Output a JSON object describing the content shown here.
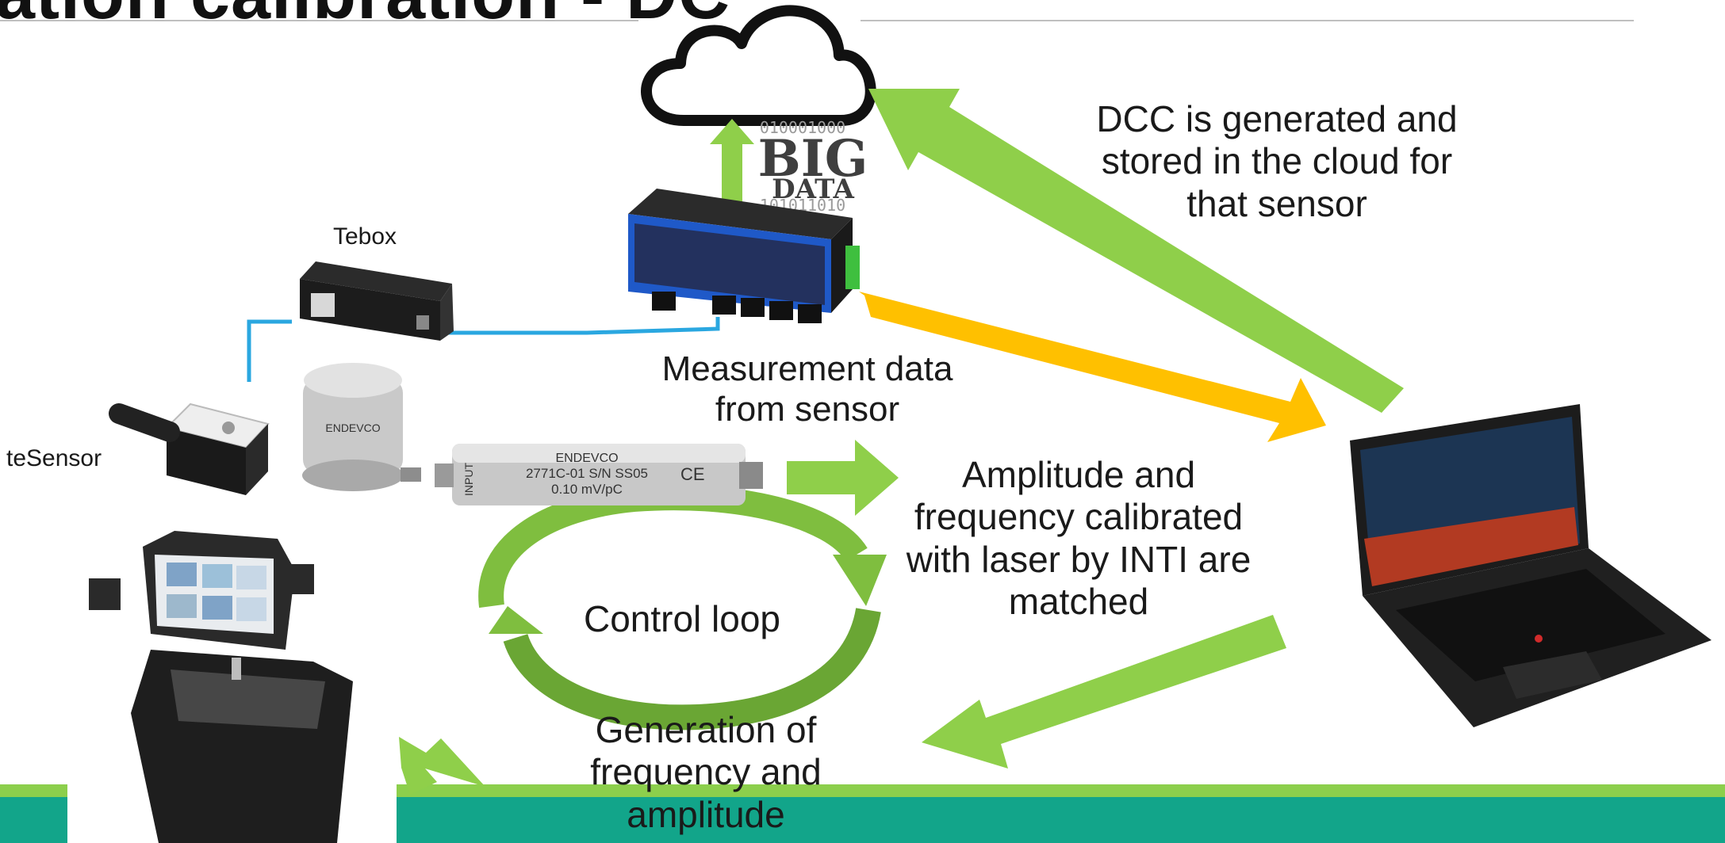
{
  "slide": {
    "title": "ation calibration - DC"
  },
  "labels": {
    "tebox": "Tebox",
    "tesensor": "teSensor",
    "dcc_line1": "DCC is generated and",
    "dcc_line2": "stored in the cloud for",
    "dcc_line3": "that sensor",
    "measurement_line1": "Measurement data",
    "measurement_line2": "from sensor",
    "amplitude_line1": "Amplitude and",
    "amplitude_line2": "frequency calibrated",
    "amplitude_line3": "with laser by INTI are",
    "amplitude_line4": "matched",
    "control_loop": "Control loop",
    "generation_line1": "Generation of",
    "generation_line2": "frequency and",
    "generation_line3": "amplitude"
  },
  "bigdata": {
    "bits_top": "010001000",
    "word1": "BIG",
    "word2": "DATA",
    "bits_bottom": "101011010"
  },
  "sensor_print": {
    "brand": "ENDEVCO",
    "model": "2771C-01 S/N SS05",
    "sensitivity": "0.10 mV/pC",
    "input": "INPUT",
    "ce": "CE",
    "accel_brand": "ENDEVCO"
  },
  "colors": {
    "arrow_green": "#8fcf4a",
    "arrow_orange": "#ffc000",
    "loop_green": "#7fbe3f",
    "cable_blue": "#2aa7e0",
    "footer_teal": "#12a58a"
  }
}
